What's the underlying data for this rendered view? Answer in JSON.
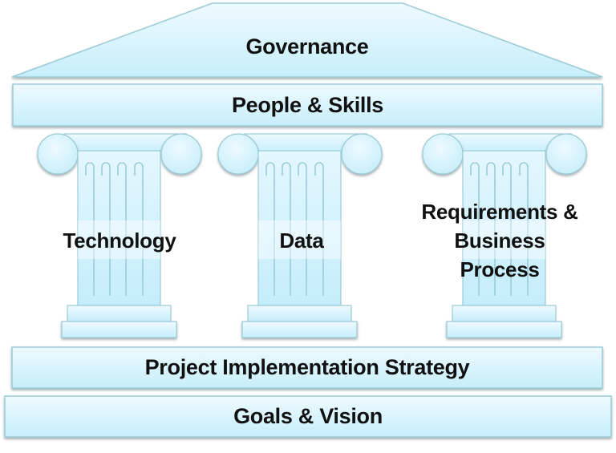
{
  "diagram": {
    "type": "temple-pillars",
    "roof": {
      "label": "Governance"
    },
    "lintel": {
      "label": "People & Skills"
    },
    "pillars": [
      {
        "label": "Technology"
      },
      {
        "label": "Data"
      },
      {
        "label": "Requirements &\nBusiness\nProcess",
        "lines": [
          "Requirements &",
          "Business",
          "Process"
        ]
      }
    ],
    "foundation": [
      {
        "label": "Project Implementation Strategy"
      },
      {
        "label": "Goals & Vision"
      }
    ]
  },
  "colors": {
    "fill_top": "#eefaff",
    "fill_bottom": "#c6eefb",
    "stroke": "#9ccbd6",
    "shadow": "#9a9a9a",
    "text": "#111111"
  }
}
